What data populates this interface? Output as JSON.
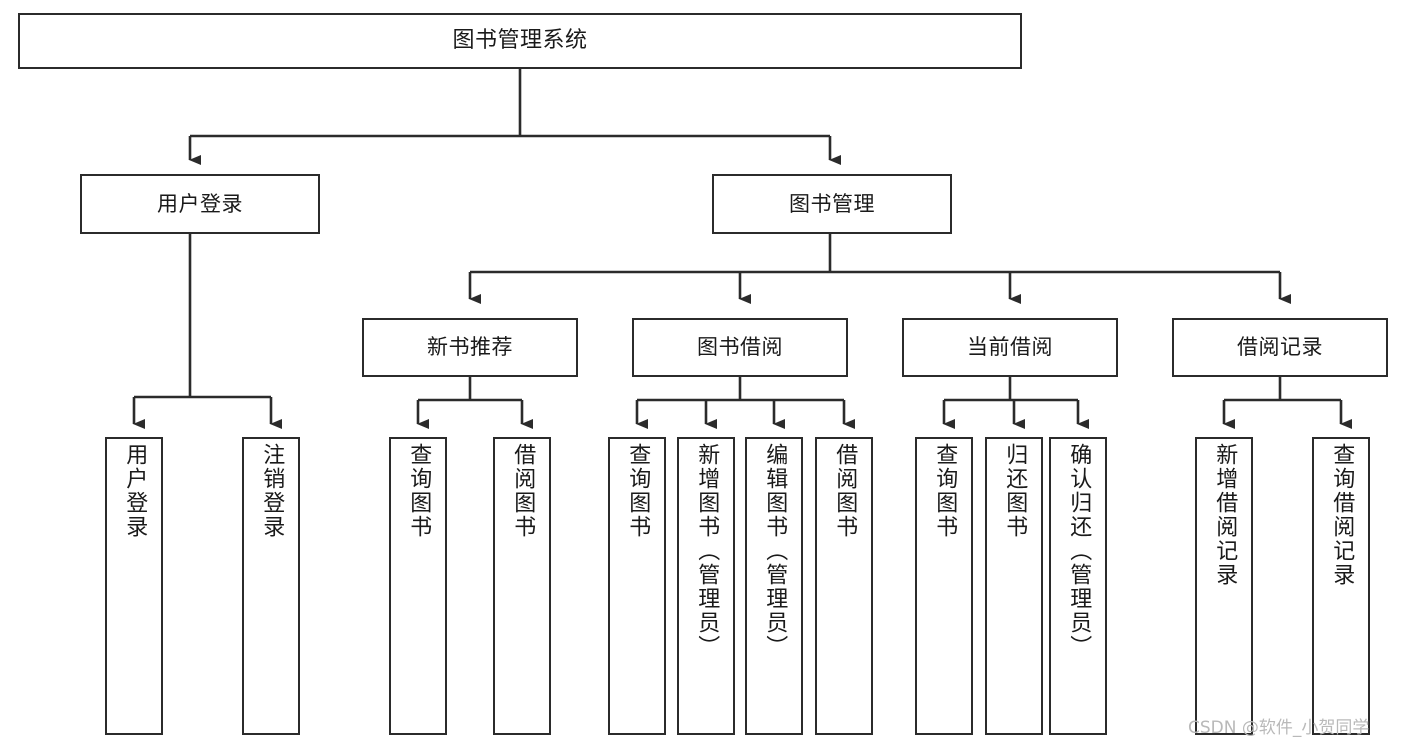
{
  "diagram": {
    "title": "图书管理系统",
    "type": "tree-hierarchy",
    "background_color": "#ffffff",
    "line_color": "#2b2b2b",
    "text_color": "#1a1a1a",
    "nodes": {
      "root": {
        "label": "图书管理系统"
      },
      "level2": [
        {
          "label": "用户登录"
        },
        {
          "label": "图书管理"
        }
      ],
      "level3": [
        {
          "label": "新书推荐"
        },
        {
          "label": "图书借阅"
        },
        {
          "label": "当前借阅"
        },
        {
          "label": "借阅记录"
        }
      ],
      "leaves": {
        "user_login": [
          {
            "label": "用户登录"
          },
          {
            "label": "注销登录"
          }
        ],
        "new_book_recommend": [
          {
            "label": "查询图书"
          },
          {
            "label": "借阅图书"
          }
        ],
        "book_borrow": [
          {
            "label": "查询图书"
          },
          {
            "label": "新增图书（管理员）"
          },
          {
            "label": "编辑图书（管理员）"
          },
          {
            "label": "借阅图书"
          }
        ],
        "current_borrow": [
          {
            "label": "查询图书"
          },
          {
            "label": "归还图书"
          },
          {
            "label": "确认归还（管理员）"
          }
        ],
        "borrow_record": [
          {
            "label": "新增借阅记录"
          },
          {
            "label": "查询借阅记录"
          }
        ]
      }
    },
    "watermark": "CSDN @软件_小贺同学"
  }
}
